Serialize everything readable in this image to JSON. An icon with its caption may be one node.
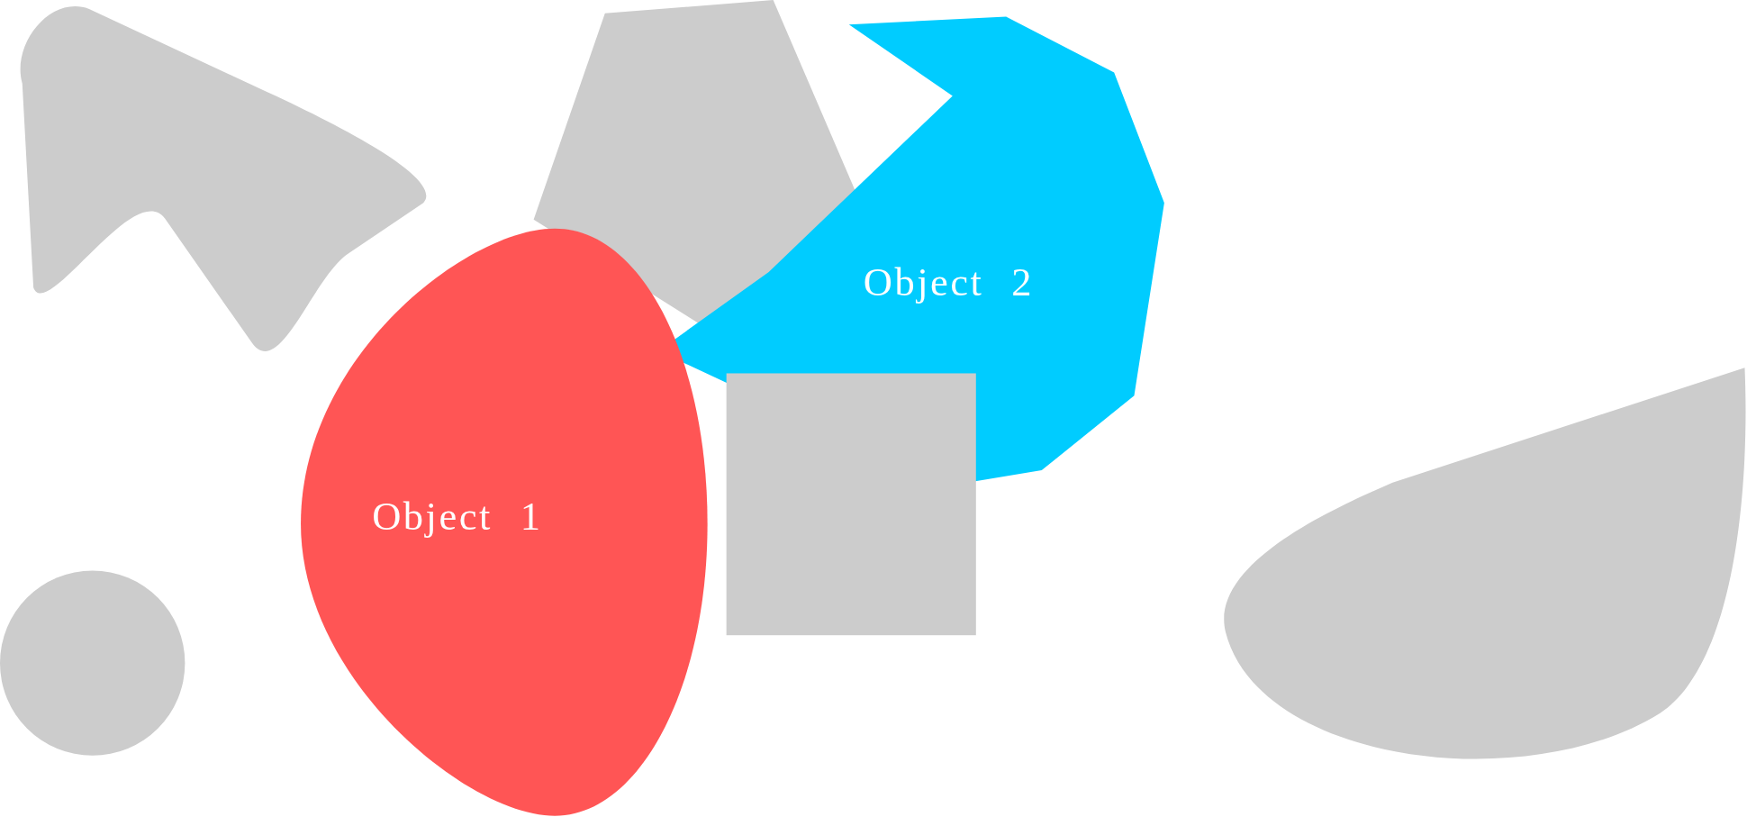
{
  "diagram": {
    "nodes": [
      {
        "text": [],
        "shape": "blob"
      },
      {
        "text": [],
        "shape": "pentagon"
      },
      {
        "text": [
          "Object 2"
        ]
      },
      {
        "text": [
          "Object 1"
        ]
      },
      {
        "text": [],
        "shape": "blob"
      },
      {
        "text": [],
        "shape": "box"
      },
      {
        "text": [],
        "shape": "circle"
      }
    ],
    "edges": []
  }
}
